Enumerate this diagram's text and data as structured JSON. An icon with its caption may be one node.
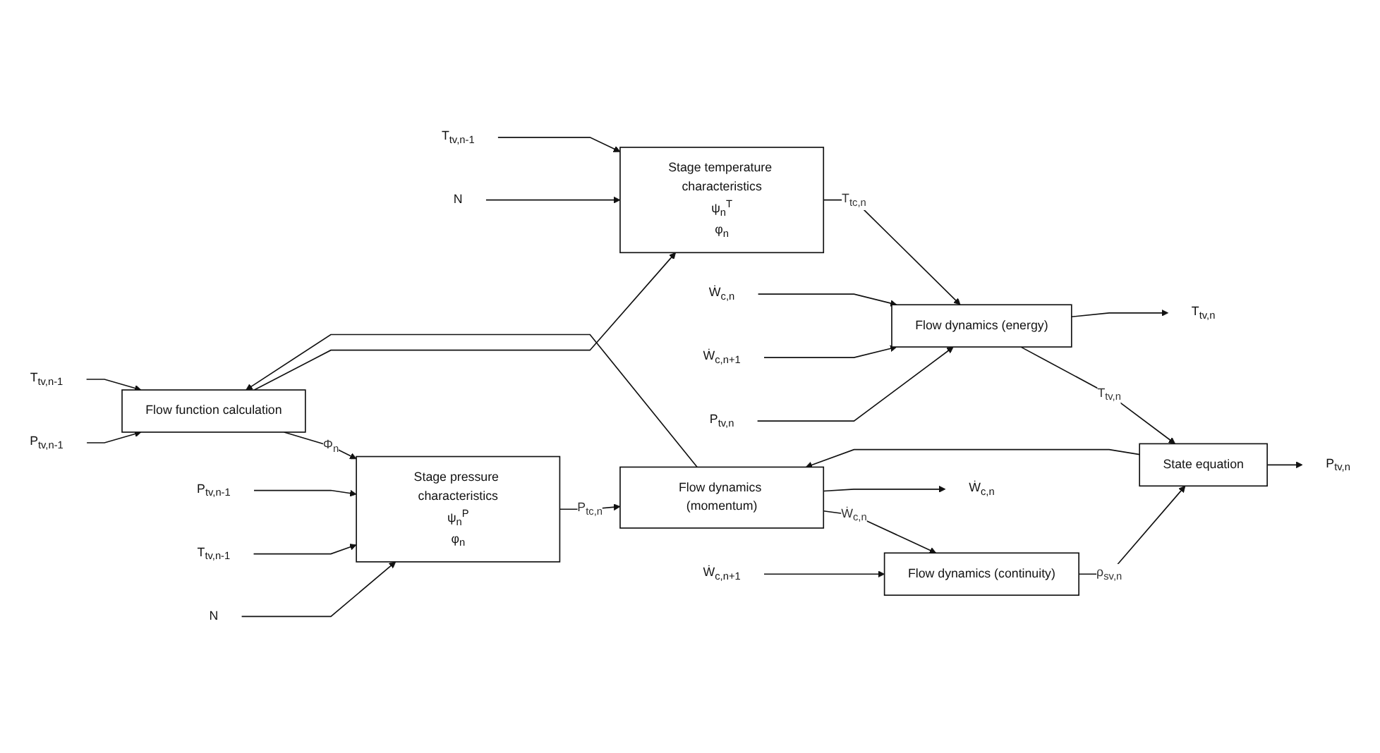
{
  "diagram": {
    "nodes": [
      {
        "text": [
          "Flow function calculation"
        ]
      },
      {
        "text": [
          "Stage pressure characteristics",
          "ψ$_{n}$$^{P}$",
          "φ$_{n}$"
        ]
      },
      {
        "text": [
          "Flow dynamics (momentum)"
        ]
      },
      {
        "text": [
          "Flow dynamics (continuity)"
        ]
      },
      {
        "text": [
          "State equation"
        ]
      },
      {
        "text": [
          "Stage temperature characteristics",
          "ψ$_{n}$$^{T}$",
          "φ$_{n}$"
        ]
      },
      {
        "text": [
          "Flow dynamics (energy)"
        ]
      },
      {
        "text": [
          "Ẇ$_{c,n}$"
        ]
      },
      {
        "text": [
          "P$_{tv,n-1}$"
        ]
      },
      {
        "text": [
          "T$_{tv,n-1}$"
        ]
      },
      {
        "text": [
          "P$_{tv,n-1}$"
        ]
      },
      {
        "text": [
          "T$_{tv,n-1}$"
        ]
      },
      {
        "text": [
          "N"
        ]
      },
      {
        "text": [
          "Ẇ$_{c,n+1}$"
        ]
      },
      {
        "text": [
          "P$_{tv,n}$"
        ]
      },
      {
        "text": [
          "T$_{tv,n}$"
        ]
      },
      {
        "text": [
          "T$_{tv,n-1}$"
        ]
      },
      {
        "text": [
          "N"
        ]
      },
      {
        "text": [
          "Ẇ$_{c,n}$"
        ]
      },
      {
        "text": [
          "Ẇ$_{c,n+1}$"
        ]
      },
      {
        "text": [
          "P$_{tv,n}$"
        ]
      }
    ],
    "edges": [
      {
        "from": 8,
        "to": 0,
        "arrow": "to"
      },
      {
        "from": 9,
        "to": 0,
        "arrow": "to"
      },
      {
        "from": 0,
        "to": 1,
        "label": "Φ$_{n}$",
        "arrow": "to"
      },
      {
        "from": 0,
        "to": 5,
        "arrow": "to"
      },
      {
        "from": 10,
        "to": 1,
        "arrow": "to"
      },
      {
        "from": 11,
        "to": 1,
        "arrow": "to"
      },
      {
        "from": 12,
        "to": 1,
        "arrow": "to"
      },
      {
        "from": 1,
        "to": 2,
        "label": "P$_{tc,n}$",
        "arrow": "to"
      },
      {
        "from": 2,
        "to": 3,
        "label": "Ẇ$_{c,n}$",
        "arrow": "to"
      },
      {
        "from": 2,
        "to": 7,
        "arrow": "to"
      },
      {
        "from": 2,
        "to": 0,
        "arrow": "to"
      },
      {
        "from": 13,
        "to": 3,
        "arrow": "to"
      },
      {
        "from": 3,
        "to": 4,
        "label": "ρ$_{sv,n}$",
        "arrow": "to"
      },
      {
        "from": 4,
        "to": 2,
        "arrow": "to"
      },
      {
        "from": 4,
        "to": 14,
        "arrow": "to"
      },
      {
        "from": 16,
        "to": 5,
        "arrow": "to"
      },
      {
        "from": 17,
        "to": 5,
        "arrow": "to"
      },
      {
        "from": 5,
        "to": 6,
        "label": "T$_{tc,n}$",
        "arrow": "to"
      },
      {
        "from": 18,
        "to": 6,
        "arrow": "to"
      },
      {
        "from": 19,
        "to": 6,
        "arrow": "to"
      },
      {
        "from": 20,
        "to": 6,
        "arrow": "to"
      },
      {
        "from": 6,
        "to": 4,
        "label": "T$_{tv,n}$",
        "arrow": "to"
      },
      {
        "from": 6,
        "to": 15,
        "arrow": "to"
      }
    ]
  }
}
